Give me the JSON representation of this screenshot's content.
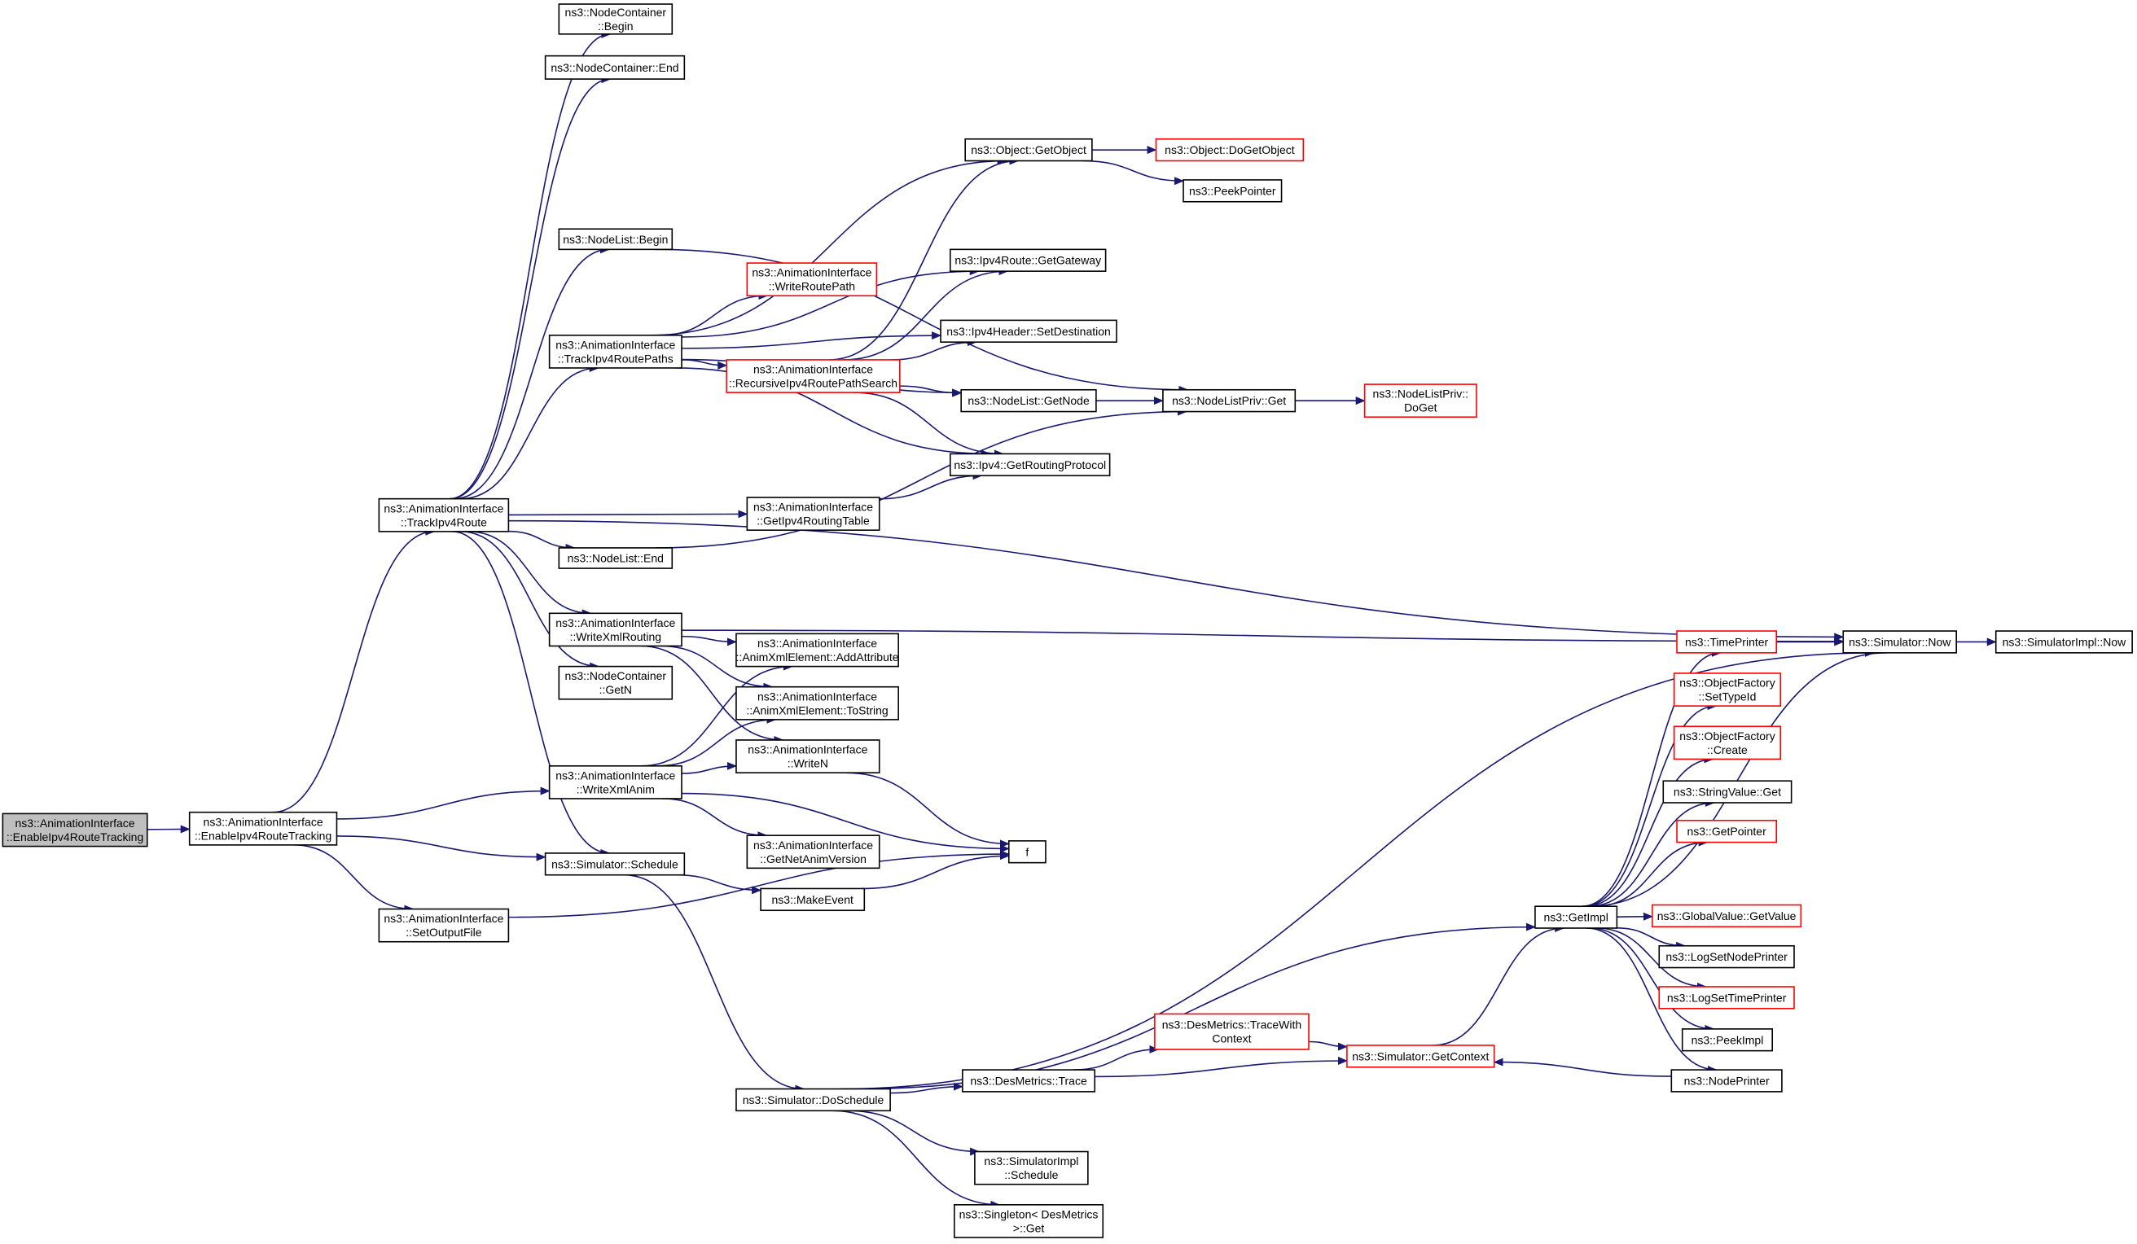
{
  "nodes": [
    {
      "id": "root",
      "lines": [
        "ns3::AnimationInterface",
        "::EnableIpv4RouteTracking"
      ],
      "style": "root"
    },
    {
      "id": "enable",
      "lines": [
        "ns3::AnimationInterface",
        "::EnableIpv4RouteTracking"
      ],
      "style": "black"
    },
    {
      "id": "nc_begin",
      "lines": [
        "ns3::NodeContainer",
        "::Begin"
      ],
      "style": "black"
    },
    {
      "id": "nc_end",
      "lines": [
        "ns3::NodeContainer::End"
      ],
      "style": "black"
    },
    {
      "id": "nl_begin",
      "lines": [
        "ns3::NodeList::Begin"
      ],
      "style": "black"
    },
    {
      "id": "track_paths",
      "lines": [
        "ns3::AnimationInterface",
        "::TrackIpv4RoutePaths"
      ],
      "style": "black"
    },
    {
      "id": "track_route",
      "lines": [
        "ns3::AnimationInterface",
        "::TrackIpv4Route"
      ],
      "style": "black"
    },
    {
      "id": "nl_end",
      "lines": [
        "ns3::NodeList::End"
      ],
      "style": "black"
    },
    {
      "id": "write_xml_routing",
      "lines": [
        "ns3::AnimationInterface",
        "::WriteXmlRouting"
      ],
      "style": "black"
    },
    {
      "id": "nc_getn",
      "lines": [
        "ns3::NodeContainer",
        "::GetN"
      ],
      "style": "black"
    },
    {
      "id": "write_xml_anim",
      "lines": [
        "ns3::AnimationInterface",
        "::WriteXmlAnim"
      ],
      "style": "black"
    },
    {
      "id": "sim_schedule",
      "lines": [
        "ns3::Simulator::Schedule"
      ],
      "style": "black"
    },
    {
      "id": "set_output",
      "lines": [
        "ns3::AnimationInterface",
        "::SetOutputFile"
      ],
      "style": "black"
    },
    {
      "id": "obj_getobject",
      "lines": [
        "ns3::Object::GetObject"
      ],
      "style": "black"
    },
    {
      "id": "obj_dogetobject",
      "lines": [
        "ns3::Object::DoGetObject"
      ],
      "style": "red"
    },
    {
      "id": "peekpointer",
      "lines": [
        "ns3::PeekPointer"
      ],
      "style": "black"
    },
    {
      "id": "write_route_path",
      "lines": [
        "ns3::AnimationInterface",
        "::WriteRoutePath"
      ],
      "style": "red"
    },
    {
      "id": "gateway",
      "lines": [
        "ns3::Ipv4Route::GetGateway"
      ],
      "style": "black"
    },
    {
      "id": "set_dest",
      "lines": [
        "ns3::Ipv4Header::SetDestination"
      ],
      "style": "black"
    },
    {
      "id": "recursive",
      "lines": [
        "ns3::AnimationInterface",
        "::RecursiveIpv4RoutePathSearch"
      ],
      "style": "red"
    },
    {
      "id": "nl_getnode",
      "lines": [
        "ns3::NodeList::GetNode"
      ],
      "style": "black"
    },
    {
      "id": "nlp_get",
      "lines": [
        "ns3::NodeListPriv::Get"
      ],
      "style": "black"
    },
    {
      "id": "nlp_doget",
      "lines": [
        "ns3::NodeListPriv::",
        "DoGet"
      ],
      "style": "red"
    },
    {
      "id": "get_routing",
      "lines": [
        "ns3::Ipv4::GetRoutingProtocol"
      ],
      "style": "black"
    },
    {
      "id": "get_routing_table",
      "lines": [
        "ns3::AnimationInterface",
        "::GetIpv4RoutingTable"
      ],
      "style": "black"
    },
    {
      "id": "add_attr",
      "lines": [
        "ns3::AnimationInterface",
        "::AnimXmlElement::AddAttribute"
      ],
      "style": "black"
    },
    {
      "id": "to_string",
      "lines": [
        "ns3::AnimationInterface",
        "::AnimXmlElement::ToString"
      ],
      "style": "black"
    },
    {
      "id": "write_n",
      "lines": [
        "ns3::AnimationInterface",
        "::WriteN"
      ],
      "style": "black"
    },
    {
      "id": "netanim_ver",
      "lines": [
        "ns3::AnimationInterface",
        "::GetNetAnimVersion"
      ],
      "style": "black"
    },
    {
      "id": "f",
      "lines": [
        "f"
      ],
      "style": "black"
    },
    {
      "id": "make_event",
      "lines": [
        "ns3::MakeEvent"
      ],
      "style": "black"
    },
    {
      "id": "doschedule",
      "lines": [
        "ns3::Simulator::DoSchedule"
      ],
      "style": "black"
    },
    {
      "id": "des_trace",
      "lines": [
        "ns3::DesMetrics::Trace"
      ],
      "style": "black"
    },
    {
      "id": "des_trace_ctx",
      "lines": [
        "ns3::DesMetrics::TraceWith",
        "Context"
      ],
      "style": "red"
    },
    {
      "id": "sim_getcontext",
      "lines": [
        "ns3::Simulator::GetContext"
      ],
      "style": "red"
    },
    {
      "id": "simimpl_schedule",
      "lines": [
        "ns3::SimulatorImpl",
        "::Schedule"
      ],
      "style": "black"
    },
    {
      "id": "singleton_get",
      "lines": [
        "ns3::Singleton< DesMetrics",
        ">::Get"
      ],
      "style": "black"
    },
    {
      "id": "getimpl",
      "lines": [
        "ns3::GetImpl"
      ],
      "style": "black"
    },
    {
      "id": "timeprinter",
      "lines": [
        "ns3::TimePrinter"
      ],
      "style": "red"
    },
    {
      "id": "of_settypeid",
      "lines": [
        "ns3::ObjectFactory",
        "::SetTypeId"
      ],
      "style": "red"
    },
    {
      "id": "of_create",
      "lines": [
        "ns3::ObjectFactory",
        "::Create"
      ],
      "style": "red"
    },
    {
      "id": "stringvalue_get",
      "lines": [
        "ns3::StringValue::Get"
      ],
      "style": "black"
    },
    {
      "id": "getpointer",
      "lines": [
        "ns3::GetPointer"
      ],
      "style": "red"
    },
    {
      "id": "gv_getvalue",
      "lines": [
        "ns3::GlobalValue::GetValue"
      ],
      "style": "red"
    },
    {
      "id": "logsetnodeprinter",
      "lines": [
        "ns3::LogSetNodePrinter"
      ],
      "style": "black"
    },
    {
      "id": "logsettimeprinter",
      "lines": [
        "ns3::LogSetTimePrinter"
      ],
      "style": "red"
    },
    {
      "id": "peekimpl",
      "lines": [
        "ns3::PeekImpl"
      ],
      "style": "black"
    },
    {
      "id": "nodeprinter",
      "lines": [
        "ns3::NodePrinter"
      ],
      "style": "black"
    },
    {
      "id": "sim_now",
      "lines": [
        "ns3::Simulator::Now"
      ],
      "style": "black"
    },
    {
      "id": "simimpl_now",
      "lines": [
        "ns3::SimulatorImpl::Now"
      ],
      "style": "black"
    }
  ],
  "edges": [
    [
      "root",
      "enable"
    ],
    [
      "enable",
      "track_route"
    ],
    [
      "enable",
      "write_xml_anim"
    ],
    [
      "enable",
      "sim_schedule"
    ],
    [
      "enable",
      "set_output"
    ],
    [
      "track_route",
      "nc_begin"
    ],
    [
      "track_route",
      "nc_end"
    ],
    [
      "track_route",
      "sim_now"
    ],
    [
      "track_route",
      "nl_begin"
    ],
    [
      "track_route",
      "track_paths"
    ],
    [
      "track_route",
      "get_routing_table"
    ],
    [
      "track_route",
      "nl_end"
    ],
    [
      "track_route",
      "write_xml_routing"
    ],
    [
      "track_route",
      "nc_getn"
    ],
    [
      "track_route",
      "sim_schedule"
    ],
    [
      "nl_begin",
      "nlp_get"
    ],
    [
      "track_paths",
      "obj_getobject"
    ],
    [
      "track_paths",
      "gateway"
    ],
    [
      "track_paths",
      "write_route_path"
    ],
    [
      "track_paths",
      "set_dest"
    ],
    [
      "track_paths",
      "recursive"
    ],
    [
      "track_paths",
      "nl_getnode"
    ],
    [
      "track_paths",
      "get_routing"
    ],
    [
      "recursive",
      "obj_getobject"
    ],
    [
      "recursive",
      "gateway"
    ],
    [
      "recursive",
      "set_dest"
    ],
    [
      "recursive",
      "nl_getnode"
    ],
    [
      "recursive",
      "get_routing"
    ],
    [
      "obj_getobject",
      "obj_dogetobject"
    ],
    [
      "obj_getobject",
      "peekpointer"
    ],
    [
      "nl_getnode",
      "nlp_get"
    ],
    [
      "nlp_get",
      "nlp_doget"
    ],
    [
      "get_routing_table",
      "get_routing"
    ],
    [
      "nl_end",
      "nlp_get"
    ],
    [
      "write_xml_routing",
      "sim_now"
    ],
    [
      "write_xml_routing",
      "add_attr"
    ],
    [
      "write_xml_routing",
      "to_string"
    ],
    [
      "write_xml_routing",
      "write_n"
    ],
    [
      "write_xml_anim",
      "add_attr"
    ],
    [
      "write_xml_anim",
      "to_string"
    ],
    [
      "write_xml_anim",
      "write_n"
    ],
    [
      "write_xml_anim",
      "f"
    ],
    [
      "write_xml_anim",
      "netanim_ver"
    ],
    [
      "write_n",
      "f"
    ],
    [
      "sim_schedule",
      "make_event"
    ],
    [
      "sim_schedule",
      "doschedule"
    ],
    [
      "make_event",
      "f"
    ],
    [
      "set_output",
      "f"
    ],
    [
      "doschedule",
      "getimpl"
    ],
    [
      "doschedule",
      "des_trace"
    ],
    [
      "doschedule",
      "sim_now"
    ],
    [
      "doschedule",
      "simimpl_schedule"
    ],
    [
      "doschedule",
      "singleton_get"
    ],
    [
      "des_trace",
      "des_trace_ctx"
    ],
    [
      "des_trace",
      "sim_getcontext"
    ],
    [
      "des_trace_ctx",
      "sim_getcontext"
    ],
    [
      "sim_getcontext",
      "getimpl"
    ],
    [
      "nodeprinter",
      "sim_getcontext"
    ],
    [
      "getimpl",
      "timeprinter"
    ],
    [
      "getimpl",
      "of_settypeid"
    ],
    [
      "getimpl",
      "of_create"
    ],
    [
      "getimpl",
      "stringvalue_get"
    ],
    [
      "getimpl",
      "getpointer"
    ],
    [
      "getimpl",
      "gv_getvalue"
    ],
    [
      "getimpl",
      "logsetnodeprinter"
    ],
    [
      "getimpl",
      "logsettimeprinter"
    ],
    [
      "getimpl",
      "peekimpl"
    ],
    [
      "getimpl",
      "nodeprinter"
    ],
    [
      "timeprinter",
      "sim_now"
    ],
    [
      "sim_now",
      "getimpl"
    ],
    [
      "sim_now",
      "simimpl_now"
    ]
  ]
}
